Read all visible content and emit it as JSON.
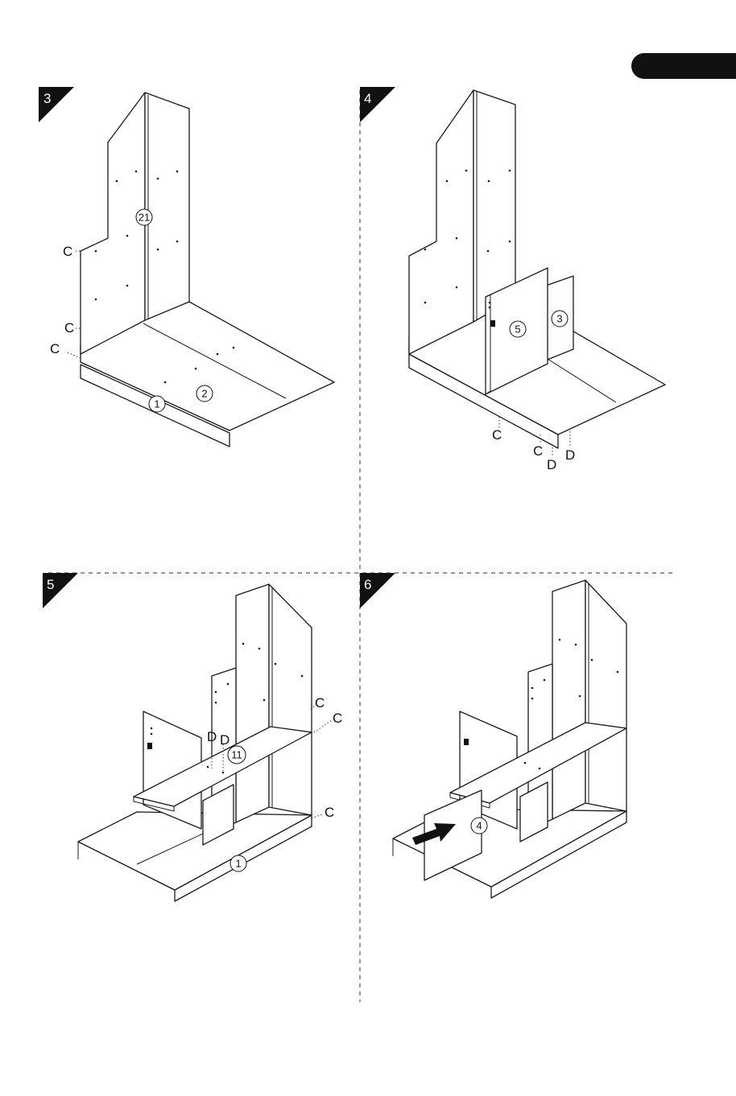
{
  "steps": [
    {
      "number": "3",
      "labels": [
        "C",
        "C",
        "C"
      ],
      "parts": [
        "21",
        "2",
        "1"
      ]
    },
    {
      "number": "4",
      "labels": [
        "C",
        "C",
        "D",
        "D"
      ],
      "parts": [
        "5",
        "3"
      ]
    },
    {
      "number": "5",
      "labels": [
        "C",
        "C",
        "C",
        "D",
        "D"
      ],
      "parts": [
        "11",
        "1"
      ]
    },
    {
      "number": "6",
      "labels": [],
      "parts": [
        "4"
      ]
    }
  ],
  "colors": {
    "ink": "#1a1a1a",
    "badge": "#111111",
    "background": "#ffffff"
  }
}
